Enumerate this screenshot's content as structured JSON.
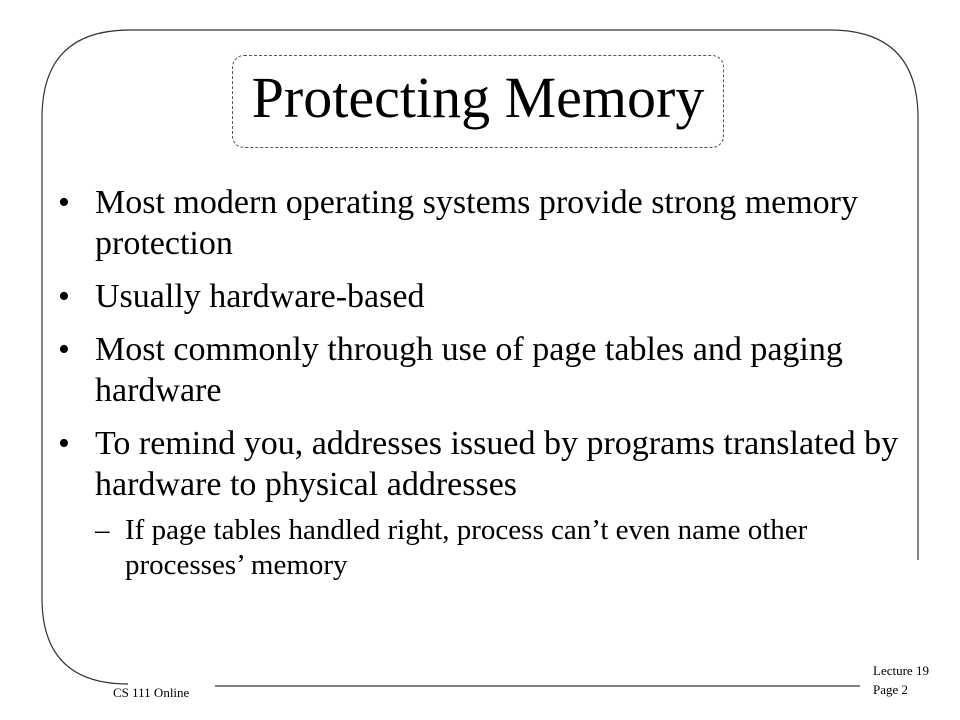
{
  "slide": {
    "title": "Protecting Memory",
    "bullets": [
      "Most modern operating systems provide strong memory protection",
      "Usually hardware-based",
      "Most commonly through use of page tables and paging hardware",
      "To remind you, addresses issued by programs translated by hardware to physical addresses"
    ],
    "sub_bullets": [
      "If page tables handled right, process can’t even name other processes’ memory"
    ],
    "bullet_glyph": "•",
    "sub_bullet_glyph": "–"
  },
  "footer": {
    "course": "CS 111 Online",
    "lecture": "Lecture 19",
    "page": "Page 2"
  }
}
